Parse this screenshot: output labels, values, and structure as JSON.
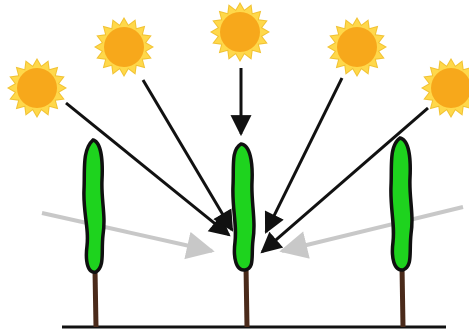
{
  "colors": {
    "background": "#ffffff",
    "sun_fill": "#f7a81b",
    "sun_rays": "#ffd84a",
    "sun_outline": "#f1c232",
    "direct_ray": "#111111",
    "scattered_ray": "#c8c8c8",
    "foliage": "#1ed31e",
    "foliage_outline": "#101010",
    "trunk": "#4a2a1a",
    "ground": "#111111"
  },
  "icons": {
    "sun": "sun-icon",
    "tree": "tree-icon",
    "direct_ray": "arrow-icon",
    "scattered_ray": "arrow-icon"
  },
  "counts": {
    "suns": 5,
    "trees": 3,
    "direct_rays": 5,
    "scattered_rays": 2
  }
}
